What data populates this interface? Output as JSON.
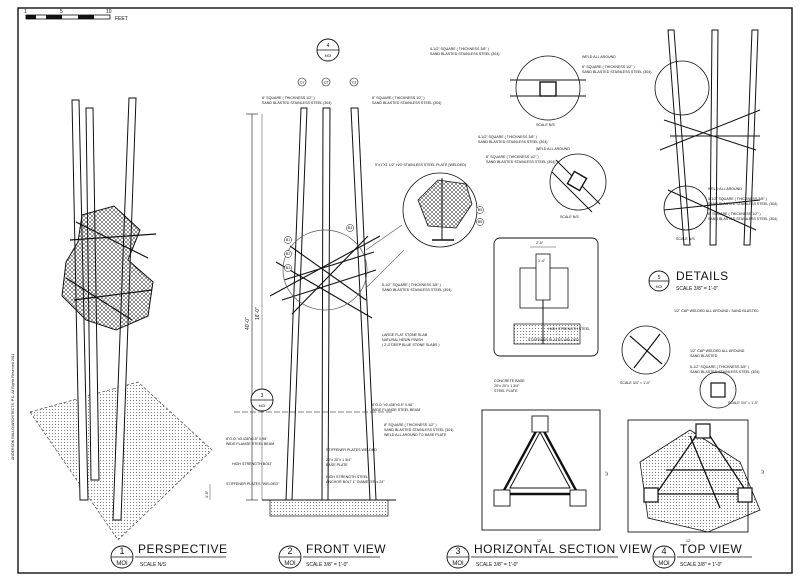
{
  "scale_bar": {
    "ticks": [
      "1",
      "5",
      "10"
    ],
    "unit": "FEET"
  },
  "credit_text": "ANDERSON BALLO/ARCHITECTS, P.C. All Rights Reserved 2011",
  "views": [
    {
      "number": "1",
      "sheet": "MOI",
      "name": "PERSPECTIVE",
      "scale": "SCALE N/S"
    },
    {
      "number": "2",
      "sheet": "MOI",
      "name": "FRONT VIEW",
      "scale": "SCALE 3/8\" = 1'-0\""
    },
    {
      "number": "3",
      "sheet": "MOI",
      "name": "HORIZONTAL SECTION VIEW",
      "scale": "SCALE 3/8\" = 1'-0\""
    },
    {
      "number": "4",
      "sheet": "MOI",
      "name": "TOP VIEW",
      "scale": "SCALE 3/8\" = 1'-0\""
    }
  ],
  "details": {
    "number": "5",
    "sheet": "MOI",
    "name": "DETAILS",
    "scale": "SCALE 3/8\" = 1'-0\""
  },
  "markers": {
    "front_top": {
      "number": "4",
      "sheet": "MOI"
    },
    "front_section": {
      "number": "3",
      "sheet": "MOI"
    }
  },
  "column_tags": [
    "C1",
    "C2",
    "C3"
  ],
  "member_tags": [
    "B1",
    "B2",
    "B3",
    "B4",
    "B5",
    "B6"
  ],
  "dimensions": {
    "total_height": "40'-0\"",
    "mid_height": "16'-0\"",
    "base": "3'-0\"",
    "top_width": "12'",
    "top_depth": "12'",
    "section_width": "12'",
    "section_depth": "12'",
    "plate_a": "2'-0\"",
    "plate_b": "1'-4\""
  },
  "notes": {
    "col_square_a": "8\" SQUARE ( THICKNESS 1/2\" )",
    "col_square_b": "SAND BLASTED STAINLESS STEEL (304)",
    "col_square_c": "8\" SQUARE ( THICKNESS 1/2\" )",
    "col_square_d": "SAND BLASTED STAINLESS STEEL (304)",
    "plate_weld": "5\"x1\"X1 1/2\" H/O STAINLESS STEEL PLATE (WELDED)",
    "brace_a": "5-1/2\" SQUARE ( THICKNESS 3/8\" )",
    "brace_b": "SAND BLASTED STAINLESS STEEL (304)",
    "slab_a": "LARGE FLAT STONE SLAB",
    "slab_b": "NATURAL HEWN FINISH",
    "slab_c": "( 2'-0\"DEEP BLUE STONE SLABS )",
    "beam_a": "8\"O.D.\"x0.438\"x0.5\" 0.96\"",
    "beam_b": "WIDE FLANGE STEEL BEAM",
    "hs_bolt": "HIGH STRENGTH BOLT",
    "stiffener": "STIFFENER PLATES WELDED",
    "stiffener_w": "STIFFENER PLATES \"WELDED\"",
    "base_plate_a": "20\"x 20\"x 1 3/4\"",
    "base_plate_b": "BASE PLATE",
    "anchor_a": "HIGH STRENGTH STEEL",
    "anchor_b": "ANCHOR BOLT 1\" DIAMETER x 24\"",
    "concrete_a": "CONCRETE BASE",
    "concrete_b": "20\"x 20\"x 1 3/4\"",
    "concrete_c": "STEEL PLATE",
    "sec_a": "8\" SQUARE ( THICKNESS 1/2\" )",
    "sec_b": "SAND BLASTED STAINLESS STEEL (304)",
    "sec_c": "WELD ALL AROUND TO BASE PLATE",
    "weld_all": "WELD ALL AROUND",
    "d_square_a": "5-1/2\" SQUARE ( THICKNESS 3/8\" )",
    "d_square_b": "SAND BLASTED STAINLESS STEEL (304)",
    "d_square_c": "8\" SQUARE ( THICKNESS 1/2\" )",
    "d_square_d": "SAND BLASTED STAINLESS STEEL (304)",
    "d_weld": "WELD ALL AROUND",
    "cap_a": "1/2\" CAP WELDED ALL AROUND / SAND BLASTED",
    "cap_b": "1/2\" CAP WELDED ALL AROUND",
    "cap_c": "SAND BLASTED",
    "brace_top_a": "5-1/2\" SQUARE ( THICKNESS 3/8\" )",
    "brace_top_b": "SAND BLASTED STAINLESS STEEL (304)"
  },
  "small_scales": {
    "ns_1": "SCALE N/S",
    "ns_2": "SCALE N/S",
    "ns_3": "SCALE N/S",
    "quarter": "SCALE 3/4\" = 1'-0\"",
    "quarter2": "SCALE 3/4\" = 1'-0\""
  }
}
